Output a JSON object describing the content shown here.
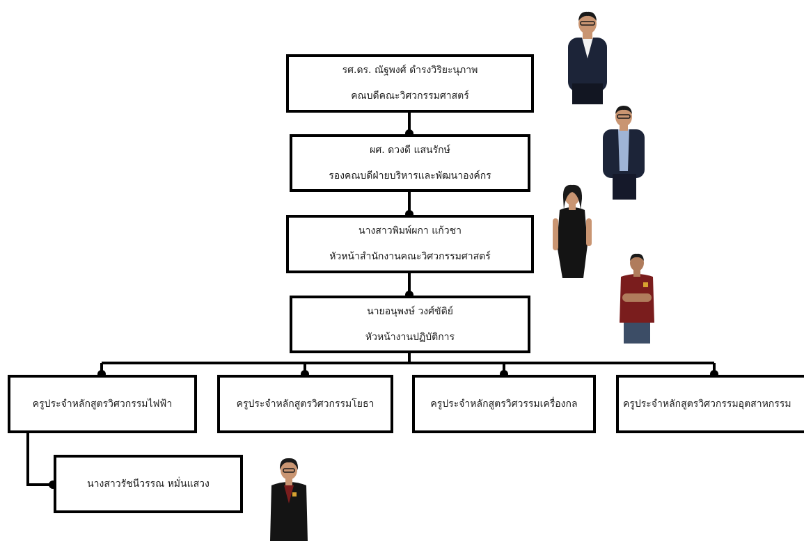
{
  "nodes": {
    "dean": {
      "name": "รศ.ดร. ณัฐพงศ์ ดำรงวิริยะนุภาพ",
      "title": "คณบดีคณะวิศวกรรมศาสตร์"
    },
    "vice_dean": {
      "name": "ผศ. ดวงดี แสนรักษ์",
      "title": "รองคณบดีฝ่ายบริหารและพัฒนาองค์กร"
    },
    "office_head": {
      "name": "นางสาวพิมพ์ผกา แก้วชา",
      "title": "หัวหน้าสำนักงานคณะวิศวกรรมศาสตร์"
    },
    "workshop_head": {
      "name": "นายอนุพงษ์ วงศ์ขัติย์",
      "title": "หัวหน้างานปฏิบัติการ"
    },
    "teachers": [
      {
        "label": "ครูประจำหลักสูตรวิศวกรรมไฟฟ้า"
      },
      {
        "label": "ครูประจำหลักสูตรวิศวกรรมโยธา"
      },
      {
        "label": "ครูประจำหลักสูตรวิศวรรมเครื่องกล"
      },
      {
        "label": "ครูประจำหลักสูตรวิศวกรรมอุตสาหกรรม"
      }
    ],
    "electrical_staff": {
      "name": "นางสาวรัชนีวรรณ หมั่นแสวง"
    }
  },
  "colors": {
    "border": "#000000",
    "suit_dark": "#1c2438",
    "suit_black": "#141414",
    "shirt_maroon": "#7a1d1d",
    "skin": "#c99572"
  }
}
